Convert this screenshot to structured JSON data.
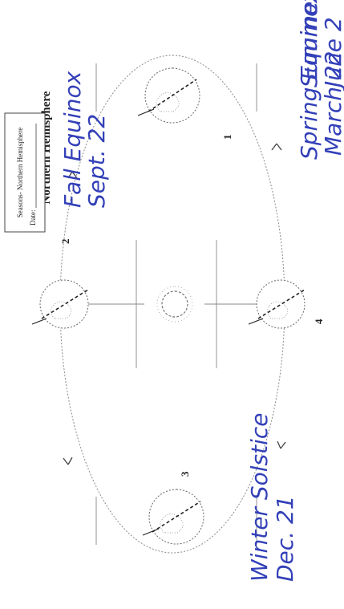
{
  "worksheet": {
    "title": "Northern Hemisphere",
    "header_label": "Seasons- Northern Hemisphere",
    "date_label": "Date:"
  },
  "positions": [
    {
      "number": "1",
      "season": "Summer",
      "date": "June 2"
    },
    {
      "number": "2",
      "season": "Fall Equinox",
      "date": "Sept. 22"
    },
    {
      "number": "3",
      "season": "Winter Solstice",
      "date": "Dec. 21"
    },
    {
      "number": "4",
      "season": "Spring Equinox",
      "date": "March 22"
    }
  ],
  "handwriting_color": "#3340b8",
  "icons": [
    "sun-icon",
    "earth-icon",
    "orbit-arrow-icon",
    "sunlight-ray-icon"
  ]
}
